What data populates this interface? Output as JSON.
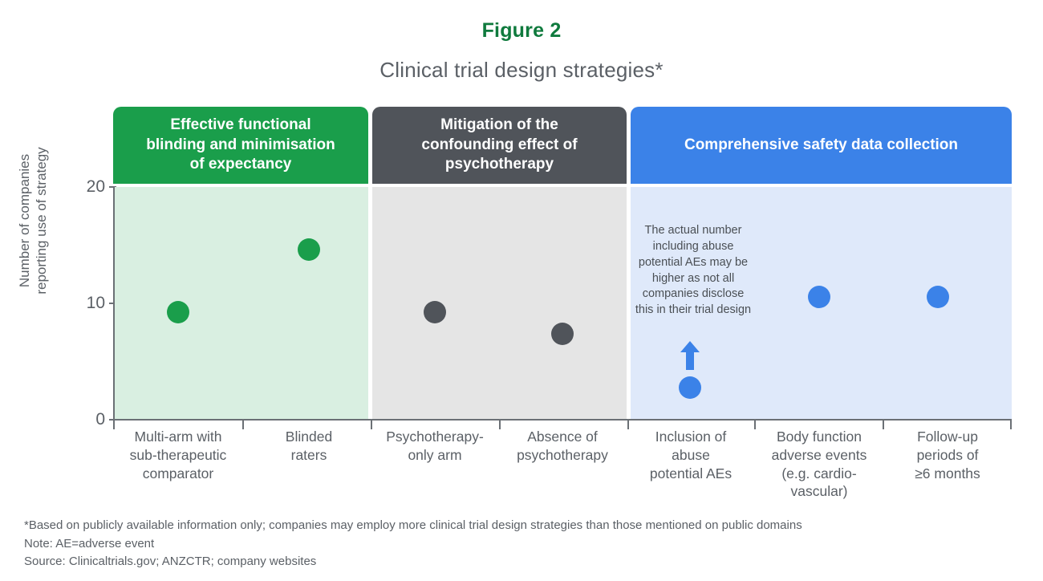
{
  "figure": {
    "label": "Figure 2",
    "title": "Clinical trial design strategies*"
  },
  "chart_data": {
    "type": "scatter",
    "title": "Clinical trial design strategies*",
    "xlabel": "",
    "ylabel": "Number of companies reporting use of strategy",
    "ylim": [
      0,
      22
    ],
    "yticks": [
      0,
      10,
      20
    ],
    "grid": false,
    "legend": "none",
    "panels": [
      {
        "name": "Effective functional blinding and minimisation of expectancy",
        "header_label": "Effective functional\nblinding and minimisation\nof expectancy",
        "header_color": "#1a9e4b",
        "body_color": "#d9efe1",
        "categories": [
          "Multi-arm with sub-therapeutic comparator",
          "Blinded raters"
        ],
        "values": [
          9,
          15
        ]
      },
      {
        "name": "Mitigation of the confounding effect of psychotherapy",
        "header_label": "Mitigation of the\nconfounding effect of\npsychotherapy",
        "header_color": "#50545a",
        "body_color": "#e5e5e5",
        "categories": [
          "Psychotherapy-only arm",
          "Absence of psychotherapy"
        ],
        "values": [
          9,
          7
        ]
      },
      {
        "name": "Comprehensive safety data collection",
        "header_label": "Comprehensive safety data collection",
        "header_color": "#3b82e8",
        "body_color": "#dfe9fa",
        "categories": [
          "Inclusion of abuse potential AEs",
          "Body function adverse events (e.g. cardio-vascular)",
          "Follow-up periods of ≥6 months"
        ],
        "values": [
          3,
          10,
          10
        ]
      }
    ],
    "annotations": [
      {
        "text": "The actual number including abuse potential AEs may be higher as not all companies disclose this in their trial design",
        "attached_to": "Inclusion of abuse potential AEs",
        "marker": "up-arrow"
      }
    ]
  },
  "panel_headers": [
    {
      "line1": "Effective functional",
      "line2": "blinding and minimisation",
      "line3": "of expectancy"
    },
    {
      "line1": "Mitigation of the",
      "line2": "confounding effect of",
      "line3": "psychotherapy"
    },
    {
      "line1": "Comprehensive safety data collection",
      "line2": "",
      "line3": ""
    }
  ],
  "y_axis": {
    "label_line1": "Number of companies",
    "label_line2": "reporting use of strategy",
    "ticks": [
      "20",
      "10",
      "0"
    ]
  },
  "x_categories": [
    {
      "line1": "Multi-arm with",
      "line2": "sub-therapeutic",
      "line3": "comparator"
    },
    {
      "line1": "Blinded",
      "line2": "raters",
      "line3": ""
    },
    {
      "line1": "Psychotherapy-",
      "line2": "only arm",
      "line3": ""
    },
    {
      "line1": "Absence of",
      "line2": "psychotherapy",
      "line3": ""
    },
    {
      "line1": "Inclusion of",
      "line2": "abuse",
      "line3": "potential AEs"
    },
    {
      "line1": "Body function",
      "line2": "adverse events",
      "line3": "(e.g. cardio-",
      "line4": "vascular)"
    },
    {
      "line1": "Follow-up",
      "line2": "periods of",
      "line3": "≥6 months"
    }
  ],
  "annotation": {
    "text": "The actual number including abuse potential AEs may be higher as not all companies disclose this in their trial design"
  },
  "footnotes": {
    "line1": "*Based on publicly available information only; companies may employ more clinical trial design strategies than those mentioned on public domains",
    "line2": "Note: AE=adverse event",
    "line3": "Source: Clinicaltrials.gov; ANZCTR; company websites"
  },
  "colors": {
    "green": "#1a9e4b",
    "grey": "#50545a",
    "blue": "#3b82e8",
    "title_green": "#0f7a3d"
  }
}
